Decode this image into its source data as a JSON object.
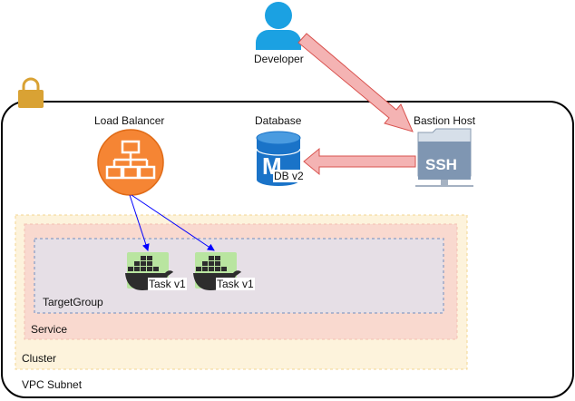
{
  "developer": {
    "label": "Developer",
    "icon": "user-icon",
    "color": "#1ba1e2"
  },
  "load_balancer": {
    "label": "Load Balancer",
    "icon": "load-balancer-icon",
    "color": "#f58534"
  },
  "database": {
    "label": "Database",
    "badge": "DB v2",
    "icon": "database-icon",
    "color": "#1a73c8"
  },
  "bastion": {
    "label": "Bastion Host",
    "icon": "ssh-terminal-icon",
    "screen_text": "SSH"
  },
  "tasks": [
    {
      "label": "Task v1",
      "icon": "docker-icon"
    },
    {
      "label": "Task v1",
      "icon": "docker-icon"
    }
  ],
  "groups": {
    "vpc_subnet": "VPC Subnet",
    "cluster": "Cluster",
    "service": "Service",
    "target_group": "TargetGroup"
  },
  "colors": {
    "vpc_border": "#000000",
    "lock": "#d9a234",
    "cluster_fill": "#fdf3dc",
    "cluster_border": "#f3d58f",
    "service_fill": "#f9d9cf",
    "target_fill": "#e6dfe6",
    "target_border": "#9aa8c8",
    "red_arrow": "#f4b3b3",
    "red_arrow_border": "#d9534f",
    "blue_arrow": "#0000ff",
    "task_bg": "#b9e5a0"
  }
}
